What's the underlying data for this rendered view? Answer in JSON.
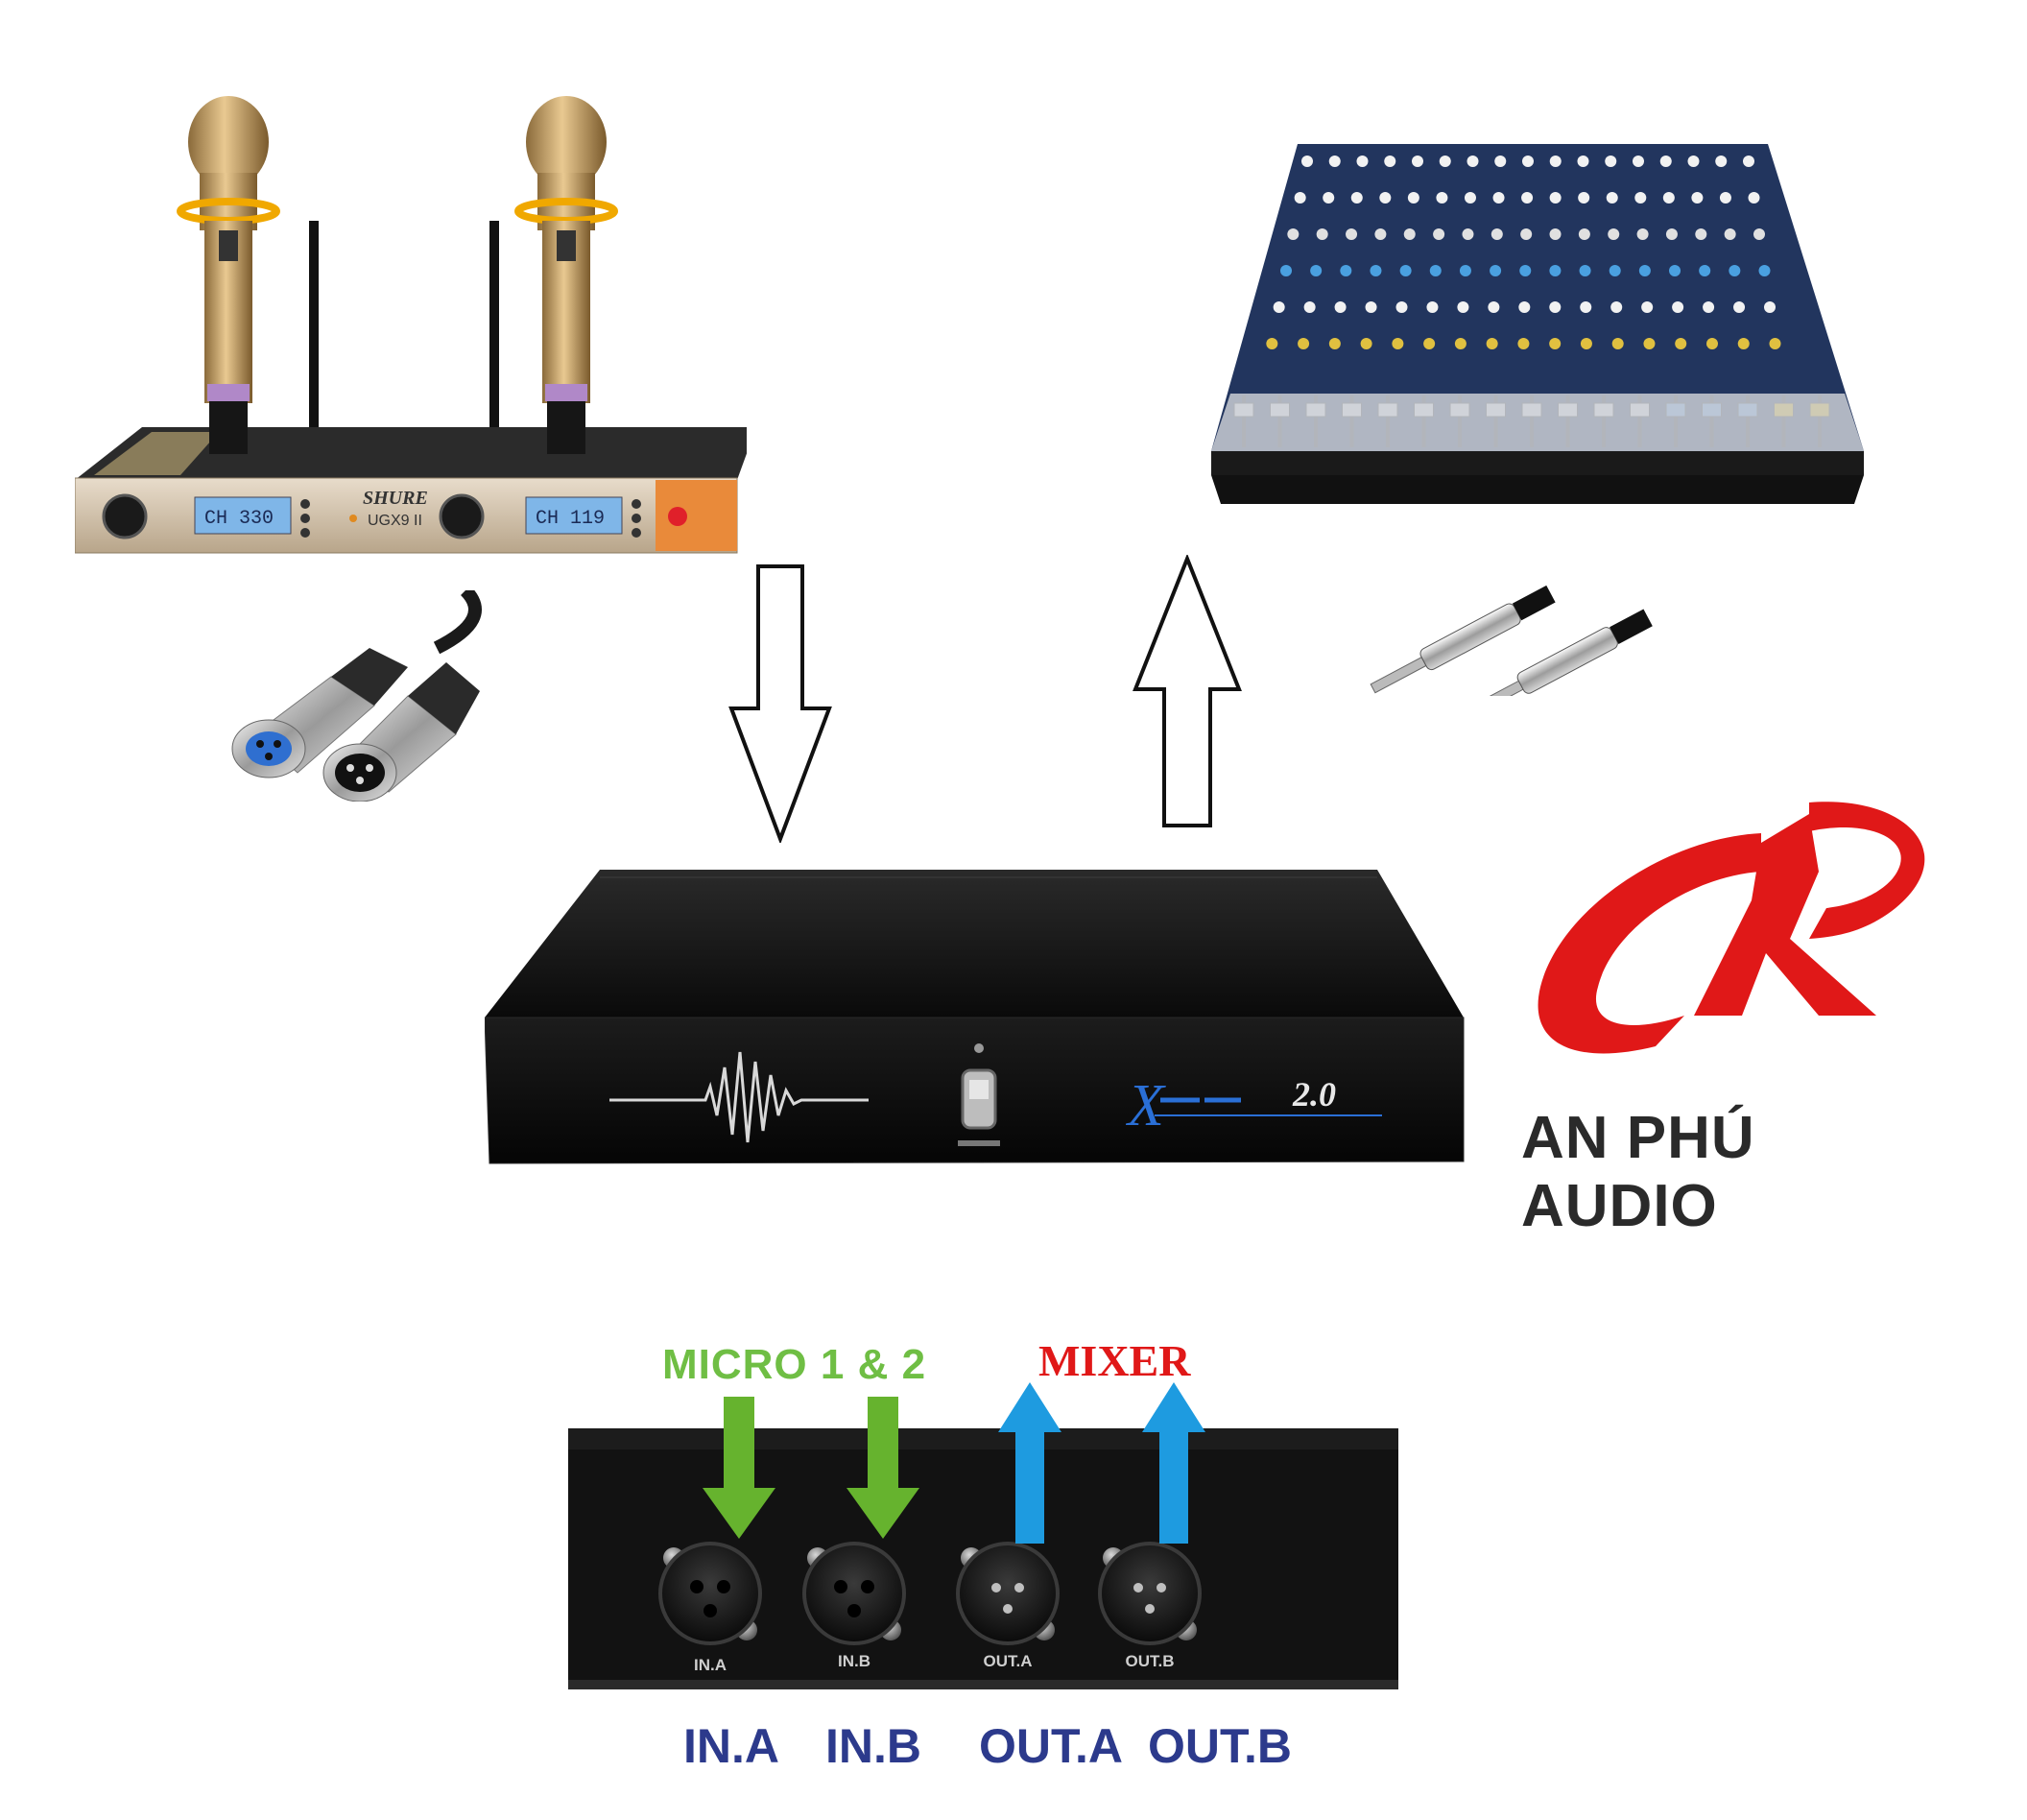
{
  "receiver": {
    "brand": "SHURE",
    "model": "UGX9 II",
    "channel_a_display": "CH 330",
    "channel_b_display": "CH 119"
  },
  "xlr_cable": {
    "icon": "xlr-connector-icon"
  },
  "mixer": {
    "icon": "mixer-console-icon"
  },
  "jack_cable": {
    "icon": "jack-plug-icon"
  },
  "arrows": {
    "down": "down-arrow-icon",
    "up": "up-arrow-icon"
  },
  "processor": {
    "model_text": "2.0"
  },
  "brand": {
    "name": "AN PHÚ AUDIO",
    "logo_color": "#e01818"
  },
  "back_panel": {
    "input_label": "MICRO 1 & 2",
    "output_label": "MIXER",
    "ports": [
      "IN.A",
      "IN.B",
      "OUT.A",
      "OUT.B"
    ],
    "input_arrow_color": "#66b32e",
    "output_arrow_color": "#1e9be0"
  }
}
